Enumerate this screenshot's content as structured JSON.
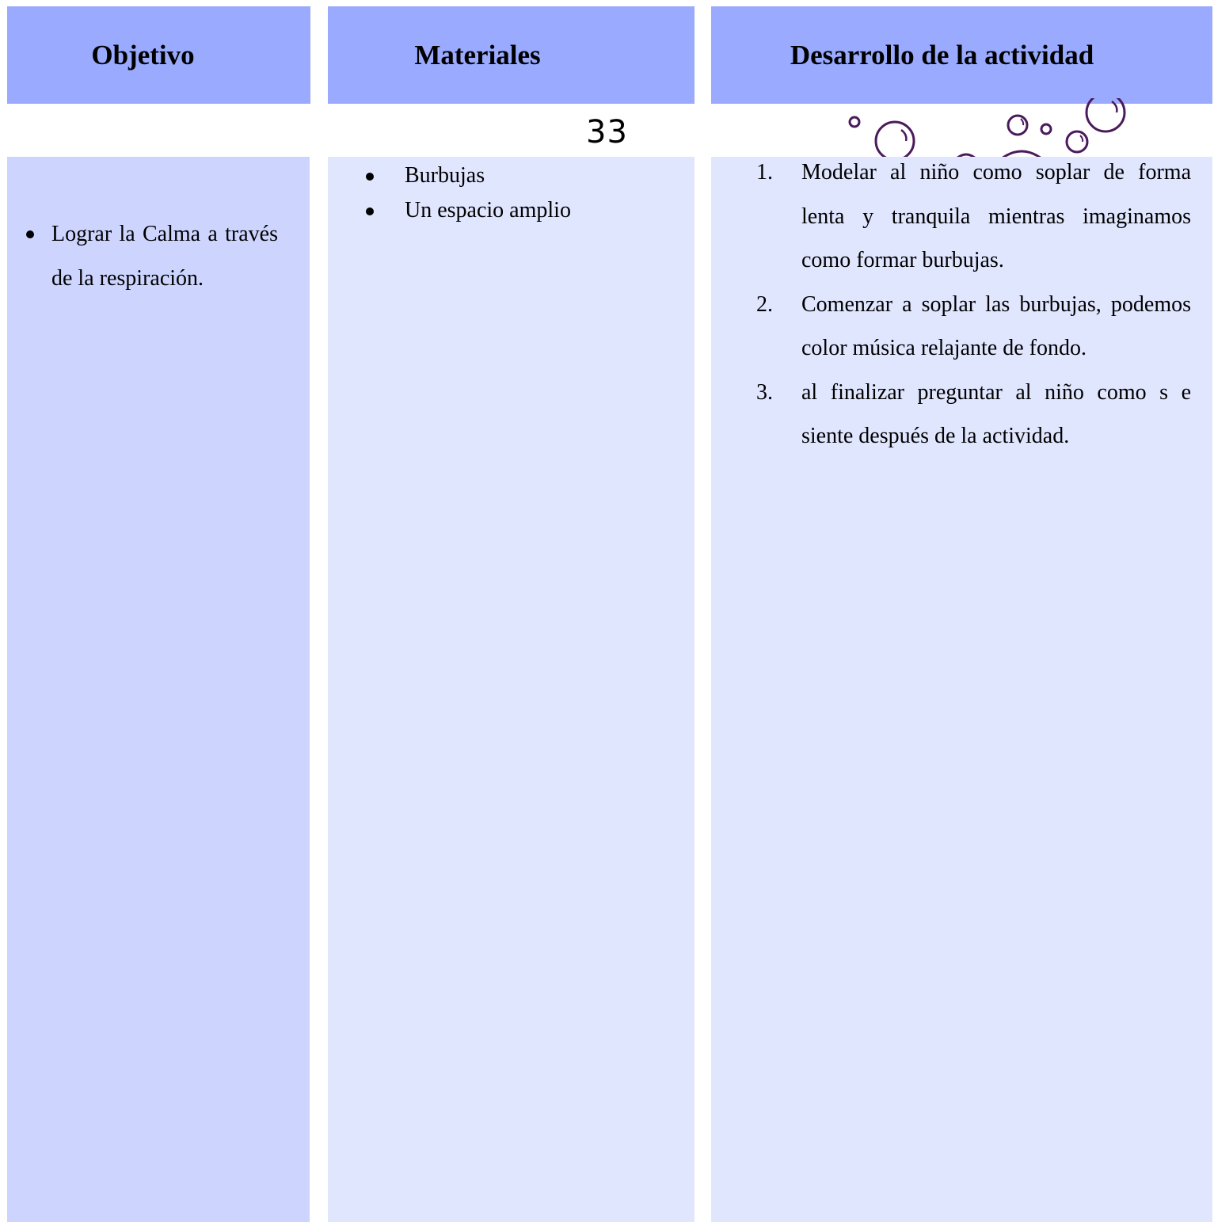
{
  "headers": {
    "objetivo": "Objetivo",
    "materiales": "Materiales",
    "desarrollo": "Desarrollo de la actividad"
  },
  "page_number": "33",
  "objetivo": {
    "items": [
      "Lograr la Calma a través de la respiración."
    ]
  },
  "materiales": {
    "items": [
      "Burbujas",
      "Un espacio amplio"
    ]
  },
  "desarrollo": {
    "steps": [
      {
        "number": "1.",
        "text": "Modelar al niño como soplar de forma lenta y tranquila mientras imaginamos como formar burbujas."
      },
      {
        "number": "2.",
        "text": "Comenzar a soplar las burbujas, podemos color  música relajante de fondo."
      },
      {
        "number": "3.",
        "text": "al finalizar preguntar al niño como s e siente después de la actividad."
      }
    ]
  },
  "decoration": {
    "bubble_color": "#4a1a5c",
    "header_color": "#99aaff",
    "objetivo_bg": "#cdd5ff",
    "column_bg": "#e1e6ff"
  }
}
